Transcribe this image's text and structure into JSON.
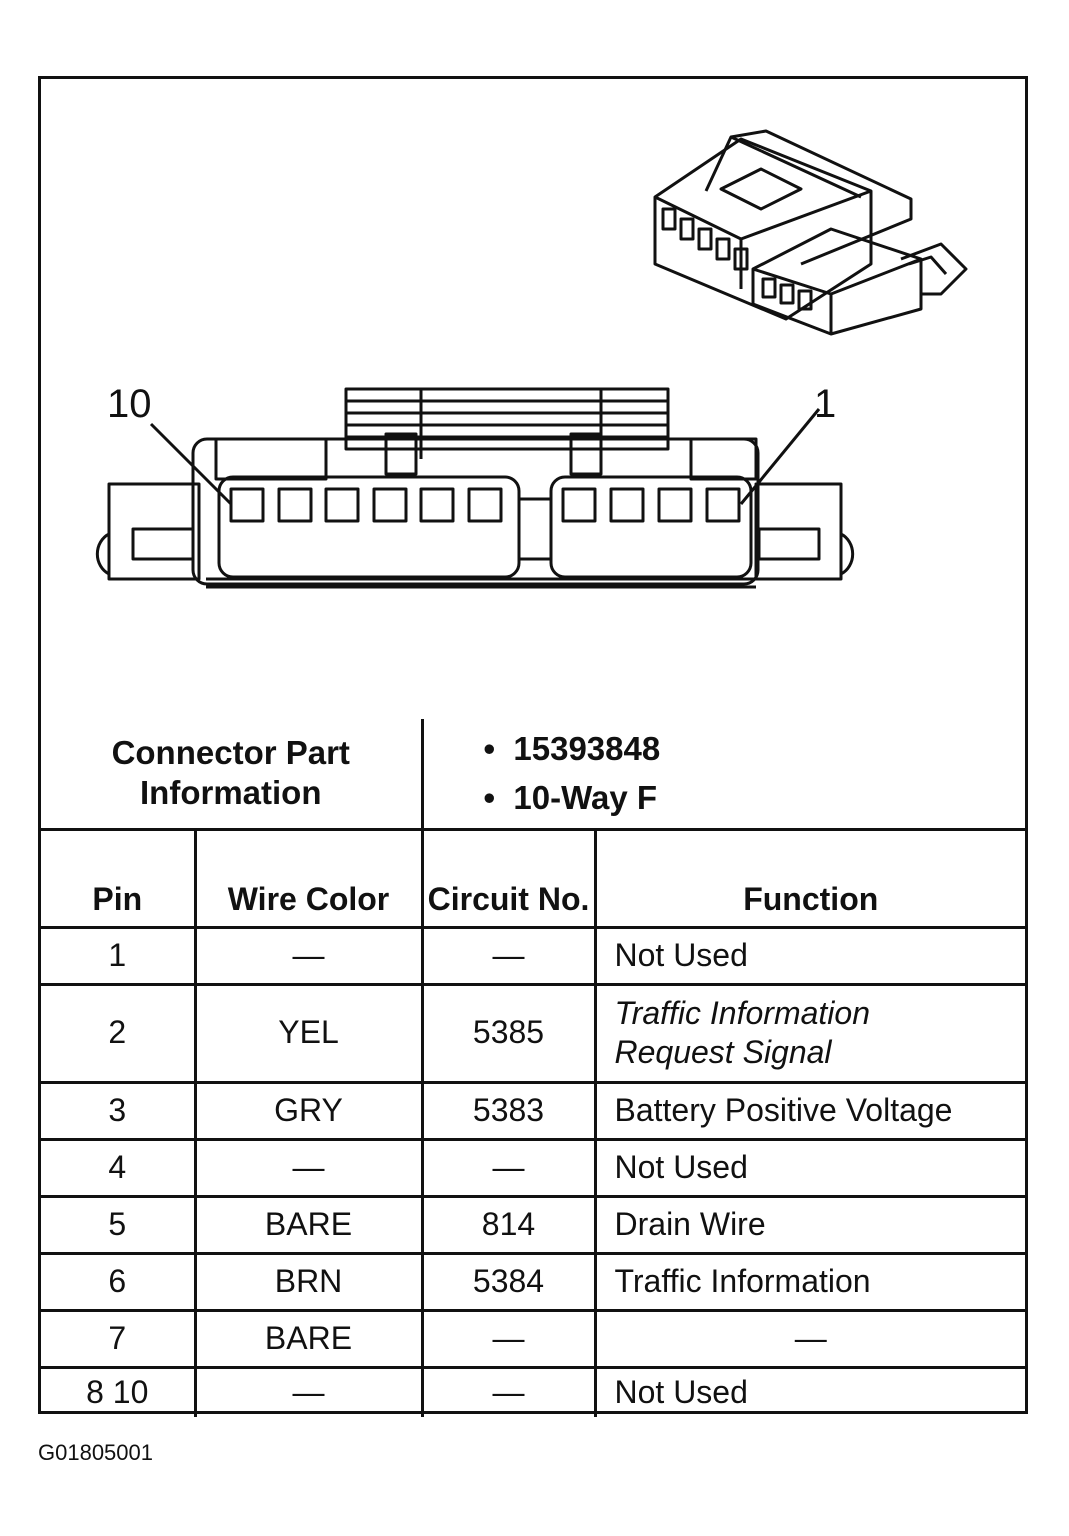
{
  "diagram": {
    "pin_label_left": "10",
    "pin_label_right": "1",
    "connector_view_icon": "connector-3d-icon",
    "connector_face_icon": "connector-face-icon"
  },
  "connector_info": {
    "label": "Connector Part Information",
    "values": [
      "15393848",
      "10-Way F"
    ]
  },
  "table": {
    "headers": {
      "pin": "Pin",
      "wire_color": "Wire Color",
      "circuit_no": "Circuit No.",
      "function": "Function"
    },
    "rows": [
      {
        "pin": "1",
        "wire_color": "—",
        "circuit": "—",
        "function": "Not Used"
      },
      {
        "pin": "2",
        "wire_color": "YEL",
        "circuit": "5385",
        "function": "Traffic Information Request Signal"
      },
      {
        "pin": "3",
        "wire_color": "GRY",
        "circuit": "5383",
        "function": "Battery Positive Voltage"
      },
      {
        "pin": "4",
        "wire_color": "—",
        "circuit": "—",
        "function": "Not Used"
      },
      {
        "pin": "5",
        "wire_color": "BARE",
        "circuit": "814",
        "function": "Drain Wire"
      },
      {
        "pin": "6",
        "wire_color": "BRN",
        "circuit": "5384",
        "function": "Traffic Information"
      },
      {
        "pin": "7",
        "wire_color": "BARE",
        "circuit": "—",
        "function": "—"
      },
      {
        "pin": "8 10",
        "wire_color": "—",
        "circuit": "—",
        "function": "Not Used"
      }
    ]
  },
  "figure_id": "G01805001"
}
